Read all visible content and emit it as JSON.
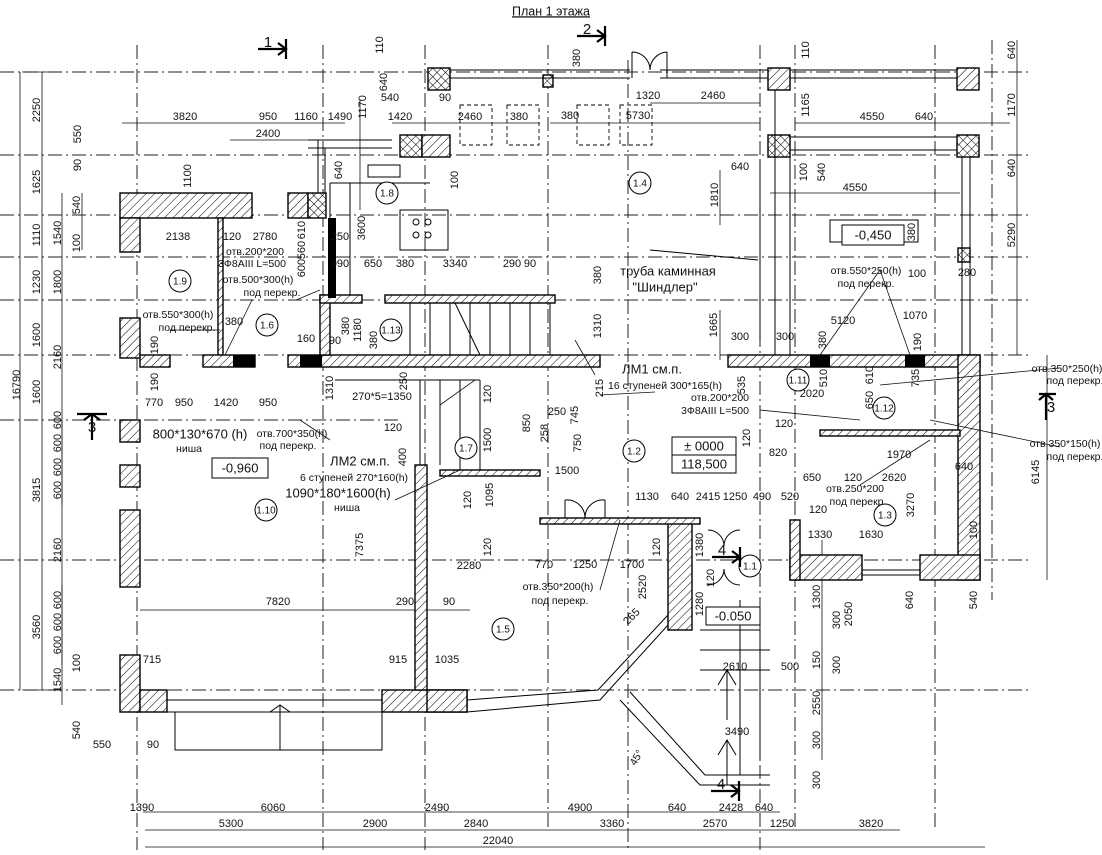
{
  "title": "План 1 этажа",
  "section_marks": [
    "1",
    "2",
    "3",
    "3",
    "4",
    "4"
  ],
  "room_numbers": [
    "1.9",
    "1.6",
    "1.8",
    "1.4",
    "1.13",
    "1.11",
    "1.12",
    "1.7",
    "1.10",
    "1.5",
    "1.2",
    "1.3",
    "1.1"
  ],
  "elevations": [
    "-0,450",
    "-0,960",
    "± 0000",
    "118,500",
    "-0.050"
  ],
  "annotations": [
    "отв.200*200",
    "3Ф8АIII L=500",
    "отв.500*300(h)",
    "под перекр.",
    "отв.550*300(h)",
    "под перекр.",
    "труба каминная",
    "\"Шиндлер\"",
    "отв.550*250(h)",
    "под перекр.",
    "ЛМ1 см.п.",
    "16 ступеней 300*165(h)",
    "отв.200*200",
    "3Ф8АIII L=500",
    "отв.350*250(h)",
    "под перекр.",
    "800*130*670 (h)",
    "ниша",
    "отв.700*350(h)",
    "под перекр.",
    "ЛМ2 см.п.",
    "6 ступеней 270*160(h)",
    "1090*180*1600(h)",
    "ниша",
    "отв.350*150(h)",
    "под перекр.",
    "отв.250*200",
    "под перекр.",
    "отв.350*200(h)",
    "под перекр.",
    "45°"
  ],
  "dimensions": [
    "3820",
    "950",
    "1160",
    "1490",
    "2400",
    "110",
    "640",
    "1170",
    "540",
    "90",
    "1420",
    "2460",
    "380",
    "1320",
    "2460",
    "5730",
    "380",
    "380",
    "1165",
    "110",
    "4550",
    "640",
    "640",
    "1170",
    "640",
    "5290",
    "550",
    "90",
    "1100",
    "640",
    "100",
    "1810",
    "640",
    "100",
    "540",
    "4550",
    "2250",
    "1625",
    "1110",
    "1230",
    "1600",
    "1600",
    "16790",
    "1540",
    "1800",
    "2160",
    "540",
    "100",
    "600",
    "600",
    "600",
    "600",
    "3815",
    "2160",
    "600",
    "600",
    "600",
    "3560",
    "100",
    "1540",
    "540",
    "550",
    "90",
    "2138",
    "120",
    "2780",
    "380",
    "190",
    "160",
    "90",
    "190",
    "770",
    "950",
    "1420",
    "950",
    "250",
    "3600",
    "990",
    "650",
    "380",
    "3340",
    "290",
    "90",
    "380",
    "1180",
    "380",
    "380",
    "380",
    "100",
    "280",
    "1665",
    "300",
    "300",
    "5120",
    "1070",
    "380",
    "190",
    "1310",
    "535",
    "510",
    "2020",
    "735",
    "1310",
    "250",
    "270*5=1350",
    "120",
    "120",
    "1500",
    "400",
    "7375",
    "120",
    "1095",
    "120",
    "2280",
    "7820",
    "290",
    "90",
    "715",
    "915",
    "1035",
    "1390",
    "6060",
    "2490",
    "5300",
    "2900",
    "2840",
    "22040",
    "850",
    "258",
    "215",
    "745",
    "250",
    "750",
    "1500",
    "120",
    "120",
    "820",
    "650",
    "120",
    "2620",
    "1970",
    "640",
    "6145",
    "3270",
    "120",
    "1330",
    "1630",
    "100",
    "640",
    "540",
    "1130",
    "640",
    "2415",
    "1250",
    "490",
    "520",
    "120",
    "1380",
    "120",
    "1280",
    "770",
    "1250",
    "1700",
    "2520",
    "265",
    "1300",
    "300",
    "2050",
    "150",
    "300",
    "2610",
    "500",
    "2550",
    "300",
    "3490",
    "300",
    "4900",
    "640",
    "2428",
    "640",
    "3360",
    "2570",
    "1250",
    "3820",
    "610",
    "560",
    "600",
    "650",
    "610"
  ]
}
